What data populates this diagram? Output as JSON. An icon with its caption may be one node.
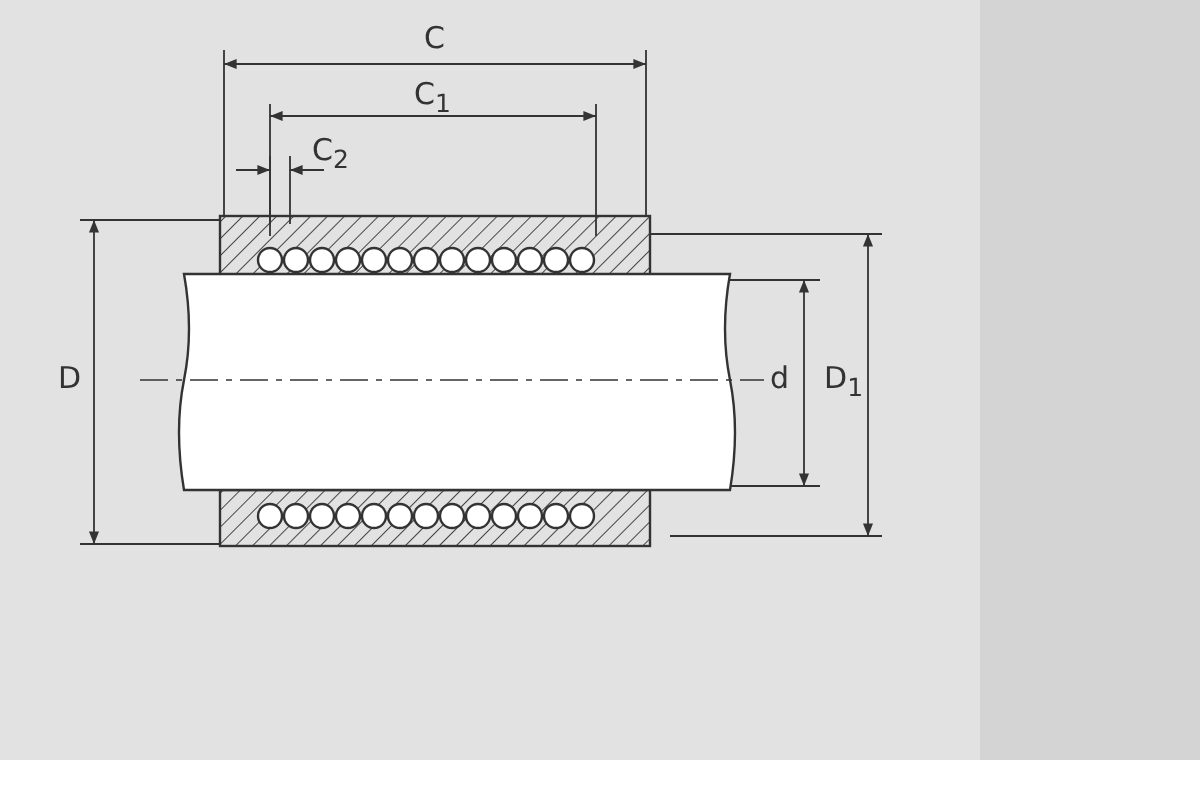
{
  "diagram": {
    "labels": [
      "C",
      "C$_{1}$",
      "C$_{2}$",
      "D",
      "d",
      "D$_{1}$"
    ]
  }
}
